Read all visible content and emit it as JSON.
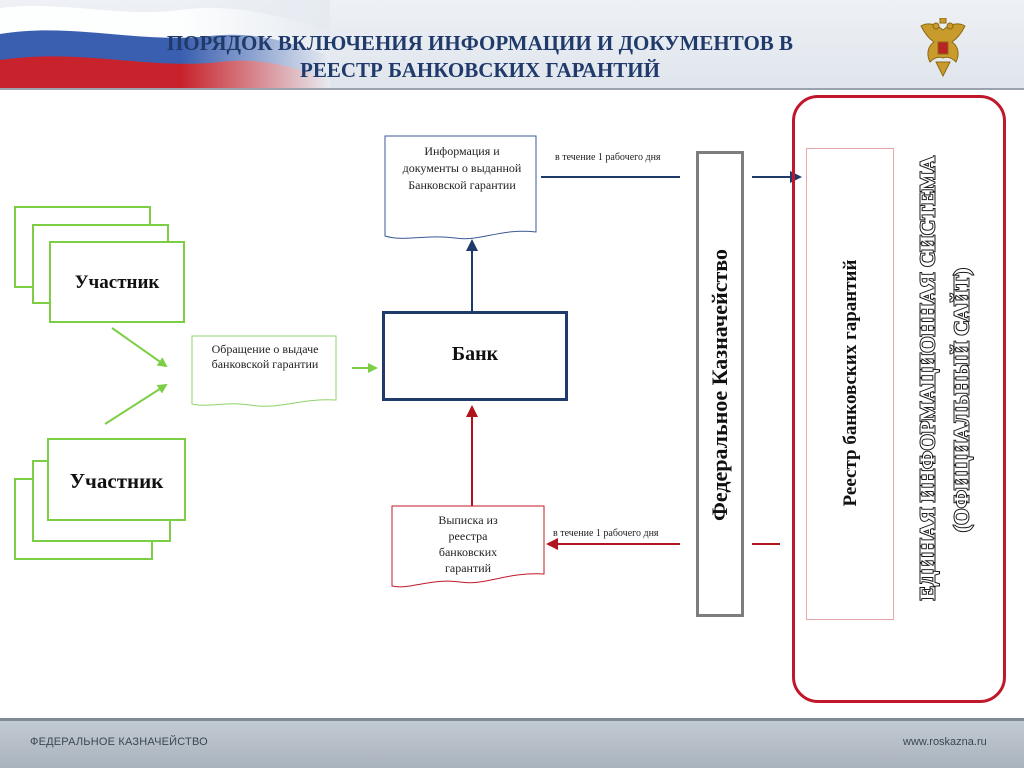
{
  "header": {
    "title_line1": "ПОРЯДОК ВКЛЮЧЕНИЯ ИНФОРМАЦИИ И ДОКУМЕНТОВ В",
    "title_line2": "РЕЕСТР БАНКОВСКИХ ГАРАНТИЙ",
    "emblem_icon": "double-headed-eagle-icon"
  },
  "diagram": {
    "participant_top": "Участник",
    "participant_bottom": "Участник",
    "request_doc": "Обращение о выдаче банковской гарантии",
    "bank": "Банк",
    "info_doc": "Информация и документы о выданной Банковской гарантии",
    "extract_doc": "Выписка из реестра банковских гарантий",
    "deadline_top": "в течение 1 рабочего дня",
    "deadline_bottom": "в течение  1 рабочего дня",
    "treasury": "Федеральное Казначейство",
    "registry": "Реестр банковских гарантий",
    "eis_line1": "ЕДИНАЯ ИНФОРМАЦИОННАЯ СИСТЕМА",
    "eis_line2": "(ОФИЦИАЛЬНЫЙ САЙТ)"
  },
  "footer": {
    "left": "ФЕДЕРАЛЬНОЕ КАЗНАЧЕЙСТВО",
    "right": "www.roskazna.ru"
  },
  "colors": {
    "navy": "#1f3a6b",
    "green": "#7ccf45",
    "red": "#c0182a",
    "gray": "#7d7d7d"
  }
}
